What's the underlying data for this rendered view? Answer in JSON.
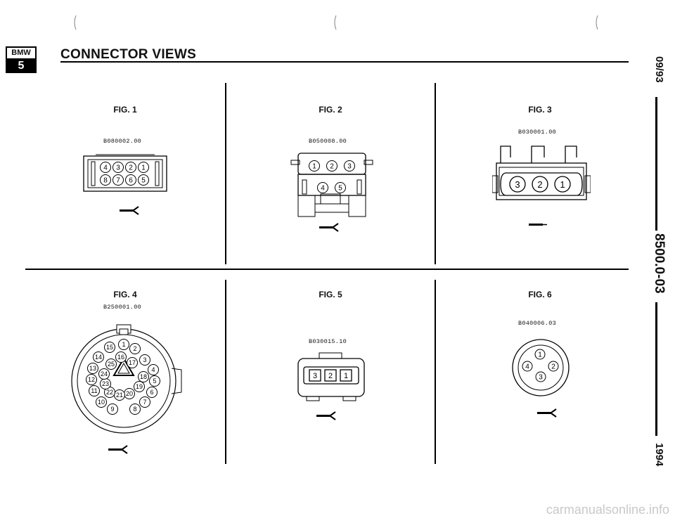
{
  "header": {
    "logo_top": "BMW",
    "logo_bottom": "5",
    "title": "CONNECTOR VIEWS"
  },
  "figures": [
    {
      "label": "FIG. 1",
      "code": "B080002.00",
      "pins": [
        "4",
        "3",
        "2",
        "1",
        "8",
        "7",
        "6",
        "5"
      ]
    },
    {
      "label": "FIG. 2",
      "code": "B050008.00",
      "pins": [
        "1",
        "2",
        "3",
        "4",
        "5"
      ]
    },
    {
      "label": "FIG. 3",
      "code": "B030001.00",
      "pins": [
        "3",
        "2",
        "1"
      ]
    },
    {
      "label": "FIG. 4",
      "code": "B250001.00",
      "pins": [
        "1",
        "2",
        "3",
        "4",
        "5",
        "6",
        "7",
        "8",
        "9",
        "10",
        "11",
        "12",
        "13",
        "14",
        "15",
        "16",
        "17",
        "18",
        "19",
        "20",
        "21",
        "22",
        "23",
        "24",
        "25"
      ]
    },
    {
      "label": "FIG. 5",
      "code": "B030015.10",
      "pins": [
        "3",
        "2",
        "1"
      ]
    },
    {
      "label": "FIG. 6",
      "code": "B040006.03",
      "pins": [
        "1",
        "2",
        "3",
        "4"
      ]
    }
  ],
  "sidebar": {
    "date": "09/93",
    "doc_number": "8500.0-03",
    "year": "1994"
  },
  "footer": {
    "watermark": "carmanualsonline.info"
  }
}
